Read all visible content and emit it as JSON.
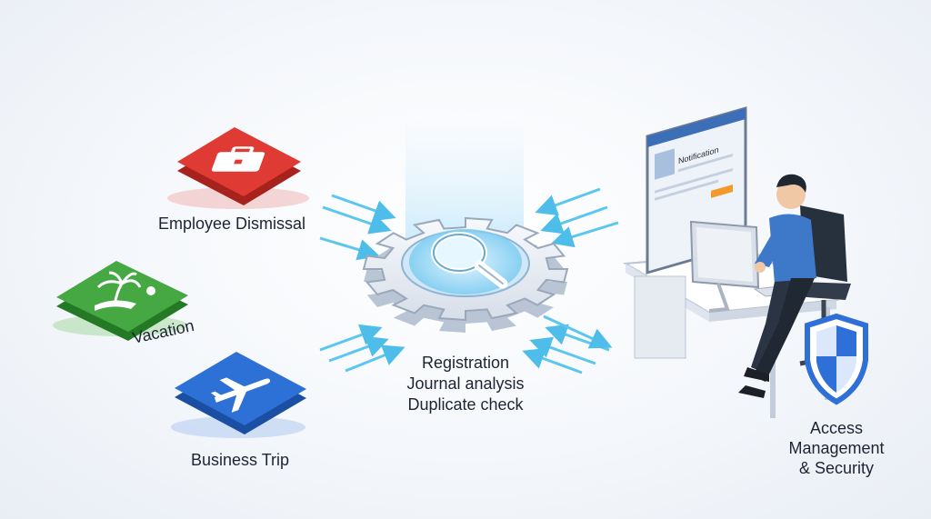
{
  "sources": [
    {
      "label": "Employee Dismissal",
      "color": "#d83a34",
      "icon": "briefcase-icon"
    },
    {
      "label": "Vacation",
      "color": "#3c9a3a",
      "icon": "palm-tree-icon"
    },
    {
      "label": "Business Trip",
      "color": "#2c6ed4",
      "icon": "airplane-icon"
    }
  ],
  "process": {
    "icon": "gear-magnifier-icon",
    "steps": [
      "Registration",
      "Journal analysis",
      "Duplicate check"
    ]
  },
  "screen": {
    "notification_title": "Notification"
  },
  "destination": {
    "icon": "shield-icon",
    "lines": [
      "Access",
      "Management",
      "& Security"
    ]
  },
  "colors": {
    "arrow": "#5cc6ee",
    "gear": "#e8eef6",
    "shield": "#2f6fd8",
    "accent": "#2c6ed4"
  }
}
